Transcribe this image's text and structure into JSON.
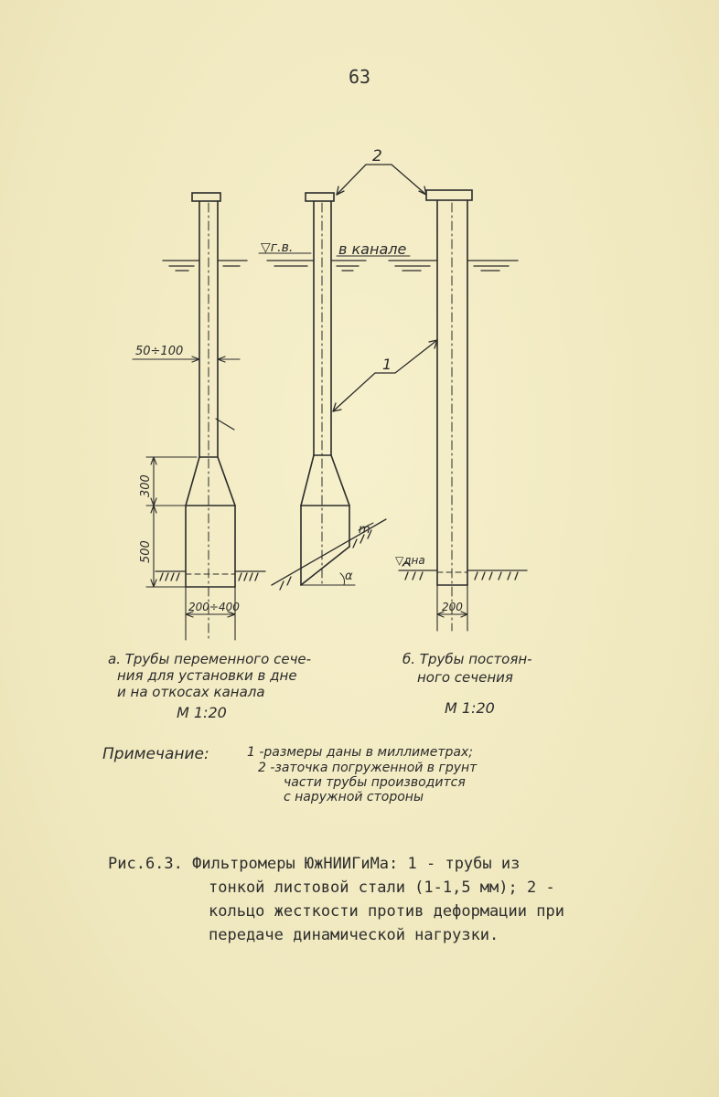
{
  "page_number": "63",
  "drawing": {
    "label_ring": "2",
    "label_pipe": "1",
    "label_water_level": "▽г.в.",
    "label_in_canal": "в канале",
    "label_diameter_range": "50÷100",
    "dim_300": "300",
    "dim_500": "500",
    "dim_base_a": "200÷400",
    "dim_base_b": "200",
    "label_m": "m",
    "label_alpha": "α",
    "label_bottom": "▽дна"
  },
  "subfig_a": {
    "caption_lines": [
      "а. Трубы переменного сече-",
      "ния для установки в дне",
      "и на откосах канала"
    ],
    "scale": "М 1:20"
  },
  "subfig_b": {
    "caption_lines": [
      "б. Трубы постоян-",
      "ного сечения"
    ],
    "scale": "М 1:20"
  },
  "note": {
    "heading": "Примечание:",
    "lines": [
      "1 -размеры даны в миллиметрах;",
      "2 -заточка погруженной в грунт",
      "части трубы производится",
      "с наружной стороны"
    ]
  },
  "figure_caption": {
    "lines": [
      "Рис.6.3. Фильтромеры ЮжНИИГиМа: 1 - трубы из",
      "тонкой листовой стали (1-1,5 мм); 2 -",
      "кольцо жесткости против деформации при",
      "передаче динамической нагрузки."
    ]
  }
}
